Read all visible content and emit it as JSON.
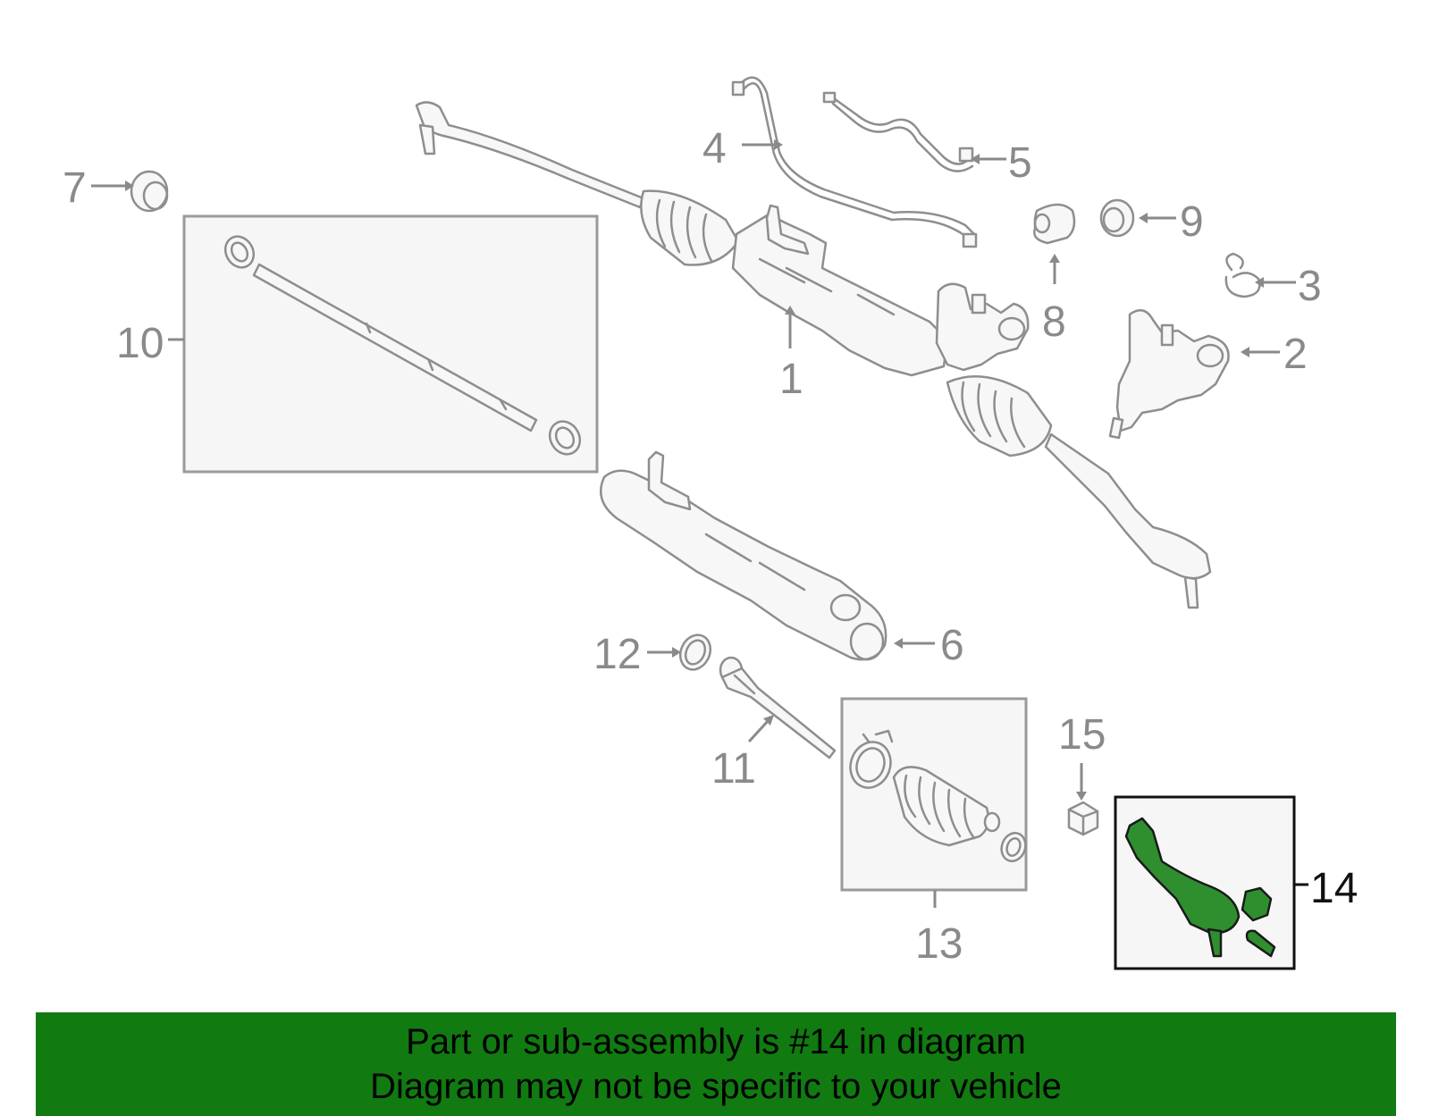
{
  "callouts": {
    "c1": "1",
    "c2": "2",
    "c3": "3",
    "c4": "4",
    "c5": "5",
    "c6": "6",
    "c7": "7",
    "c8": "8",
    "c9": "9",
    "c10": "10",
    "c11": "11",
    "c12": "12",
    "c13": "13",
    "c14": "14",
    "c15": "15"
  },
  "highlight": {
    "part_number": "14",
    "color": "#2f8f2f"
  },
  "banner": {
    "line1": "Part or sub-assembly is #14 in diagram",
    "line2": "Diagram may not be specific to your vehicle",
    "background": "#117a11"
  }
}
